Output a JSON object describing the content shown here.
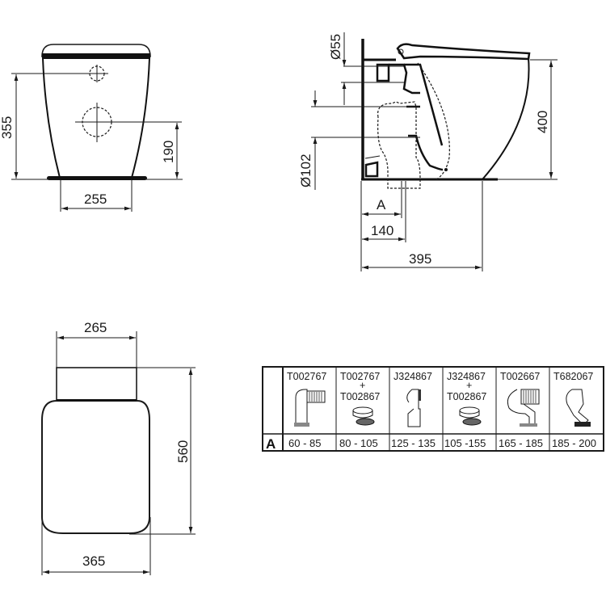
{
  "drawing": {
    "front_view": {
      "dims": {
        "height_total": "355",
        "outlet_height": "190",
        "base_width": "255"
      }
    },
    "side_view": {
      "dims": {
        "inlet_diameter": "Ø55",
        "outlet_diameter": "Ø102",
        "height": "400",
        "A": "A",
        "outlet_offset": "140",
        "depth": "395"
      }
    },
    "top_view": {
      "dims": {
        "tank_width": "265",
        "length": "560",
        "seat_width": "365"
      }
    },
    "connector_table": {
      "row_label": "A",
      "columns": [
        {
          "code": "T002767",
          "plus": "",
          "code2": "",
          "icon": "elbow-pan-connector-icon",
          "range": "60 - 85"
        },
        {
          "code": "T002767",
          "plus": "+",
          "code2": "T002867",
          "icon": "seal-ring-icon",
          "range": "80 - 105"
        },
        {
          "code": "J324867",
          "plus": "",
          "code2": "",
          "icon": "offset-pan-connector-icon",
          "range": "125 - 135"
        },
        {
          "code": "J324867",
          "plus": "+",
          "code2": "T002867",
          "icon": "seal-ring-icon",
          "range": "105 -155"
        },
        {
          "code": "T002667",
          "plus": "",
          "code2": "",
          "icon": "swept-elbow-connector-icon",
          "range": "165 - 185"
        },
        {
          "code": "T682067",
          "plus": "",
          "code2": "",
          "icon": "angled-pan-connector-icon",
          "range": "185 - 200"
        }
      ]
    }
  }
}
